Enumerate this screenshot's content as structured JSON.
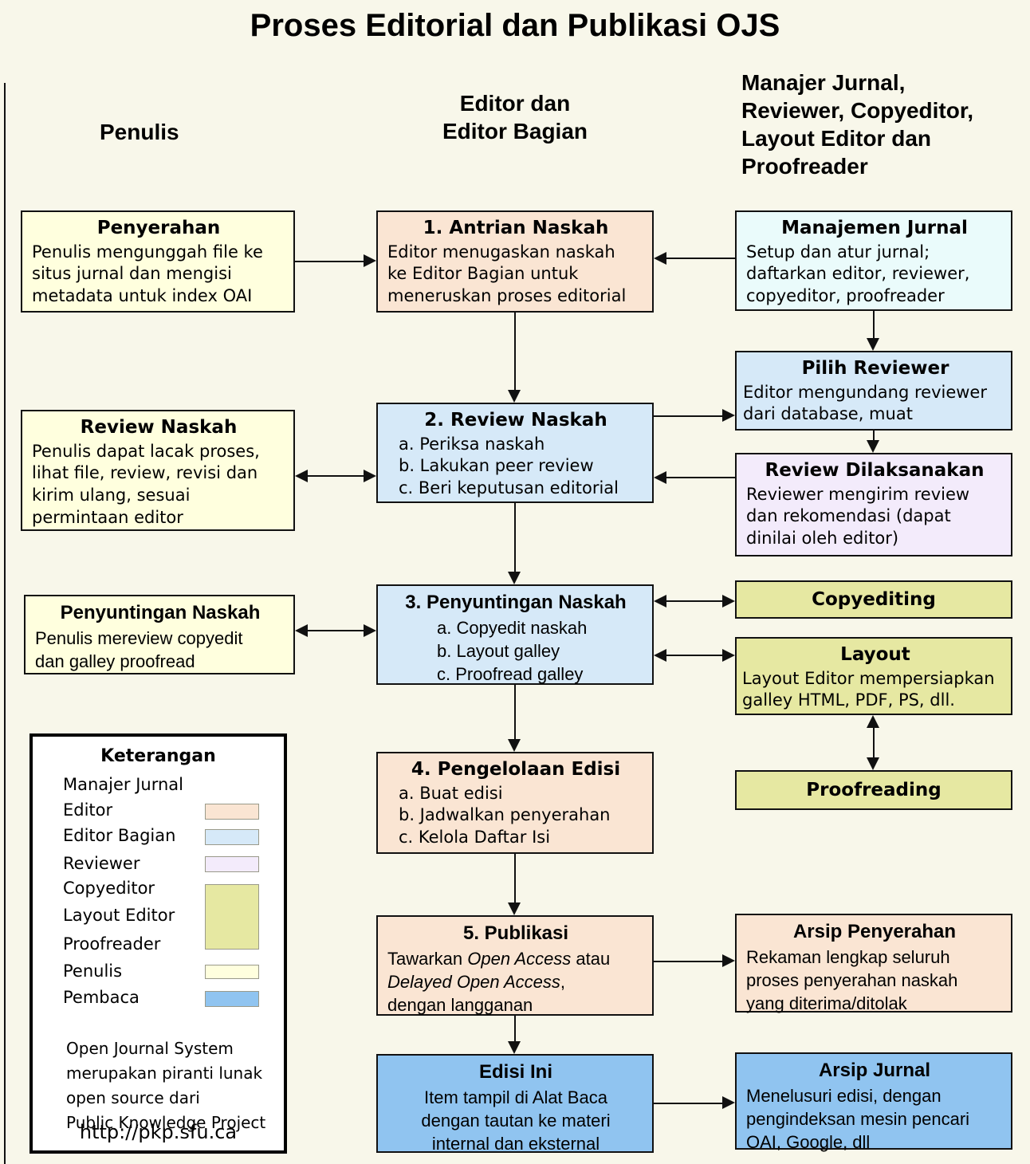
{
  "title": "Proses Editorial dan Publikasi OJS",
  "columns": {
    "penulis": "Penulis",
    "editor": "Editor dan\nEditor Bagian",
    "manajer": "Manajer Jurnal,\nReviewer, Copyeditor,\nLayout Editor dan\nProofreader"
  },
  "colors": {
    "editor": "#FAE5D3",
    "editor_bagian": "#D6E9F8",
    "reviewer": "#F3EBFB",
    "copyeditor_layout_proofreader": "#E6E8A2",
    "penulis": "#FFFFDE",
    "pembaca": "#90C4F0",
    "manajer_jurnal": "#EAFBFB"
  },
  "boxes": {
    "penyerahan": {
      "title": "Penyerahan",
      "body": "Penulis mengunggah file ke\nsitus jurnal dan mengisi\nmetadata untuk index OAI"
    },
    "antrian": {
      "title": "1. Antrian Naskah",
      "body": "Editor menugaskan naskah\nke Editor Bagian untuk\nmeneruskan proses editorial"
    },
    "manajemen_jurnal": {
      "title": "Manajemen Jurnal",
      "body": "Setup dan atur jurnal;\ndaftarkan editor, reviewer,\ncopyeditor, proofreader"
    },
    "pilih_reviewer": {
      "title": "Pilih Reviewer",
      "body": "Editor mengundang reviewer\ndari database, muat"
    },
    "review_naskah_penulis": {
      "title": "Review Naskah",
      "body": "Penulis dapat lacak proses,\nlihat file, review, revisi dan\nkirim ulang, sesuai\npermintaan editor"
    },
    "review_naskah": {
      "title": "2. Review Naskah",
      "items": [
        "a. Periksa naskah",
        "b. Lakukan peer review",
        "c. Beri keputusan editorial"
      ]
    },
    "review_dilaksanakan": {
      "title": "Review Dilaksanakan",
      "body": "Reviewer mengirim review\ndan rekomendasi (dapat\ndinilai oleh editor)"
    },
    "penyuntingan_penulis": {
      "title": "Penyuntingan Naskah",
      "body": "Penulis mereview copyedit\ndan galley proofread"
    },
    "penyuntingan": {
      "title": "3. Penyuntingan Naskah",
      "items": [
        "a. Copyedit naskah",
        "b. Layout galley",
        "c. Proofread galley"
      ]
    },
    "copyediting": {
      "title": "Copyediting"
    },
    "layout": {
      "title": "Layout",
      "body": "Layout Editor mempersiapkan\ngalley HTML, PDF, PS, dll."
    },
    "proofreading": {
      "title": "Proofreading"
    },
    "pengelolaan": {
      "title": "4. Pengelolaan Edisi",
      "items": [
        "a. Buat edisi",
        "b. Jadwalkan penyerahan",
        "c. Kelola Daftar Isi"
      ]
    },
    "publikasi": {
      "title": "5. Publikasi",
      "segments": {
        "t1": "Tawarkan ",
        "i1": "Open Access",
        "t2": " atau\n",
        "i2": "Delayed Open Access",
        "t3": ",\ndengan langganan"
      }
    },
    "arsip_penyerahan": {
      "title": "Arsip Penyerahan",
      "body": "Rekaman lengkap seluruh\nproses penyerahan naskah\nyang diterima/ditolak"
    },
    "edisi_ini": {
      "title": "Edisi Ini",
      "body": "Item tampil di Alat Baca\ndengan tautan ke materi\ninternal dan eksternal"
    },
    "arsip_jurnal": {
      "title": "Arsip Jurnal",
      "body": "Menelusuri edisi, dengan\npengindeksan mesin pencari\nOAI, Google, dll"
    }
  },
  "legend": {
    "title": "Keterangan",
    "items": [
      {
        "label": "Manajer Jurnal",
        "color": "manajer_jurnal"
      },
      {
        "label": "Editor",
        "color": "editor"
      },
      {
        "label": "Editor Bagian",
        "color": "editor_bagian"
      },
      {
        "label": "Reviewer",
        "color": "reviewer"
      },
      {
        "label": "Copyeditor",
        "color": "copyeditor_layout_proofreader"
      },
      {
        "label": "Layout Editor",
        "color": "copyeditor_layout_proofreader"
      },
      {
        "label": "Proofreader",
        "color": "copyeditor_layout_proofreader"
      },
      {
        "label": "Penulis",
        "color": "penulis"
      },
      {
        "label": "Pembaca",
        "color": "pembaca"
      }
    ],
    "footer": "Open Journal System\nmerupakan piranti lunak\nopen source dari\nPublic Knowledge Project",
    "url": "http://pkp.sfu.ca"
  }
}
